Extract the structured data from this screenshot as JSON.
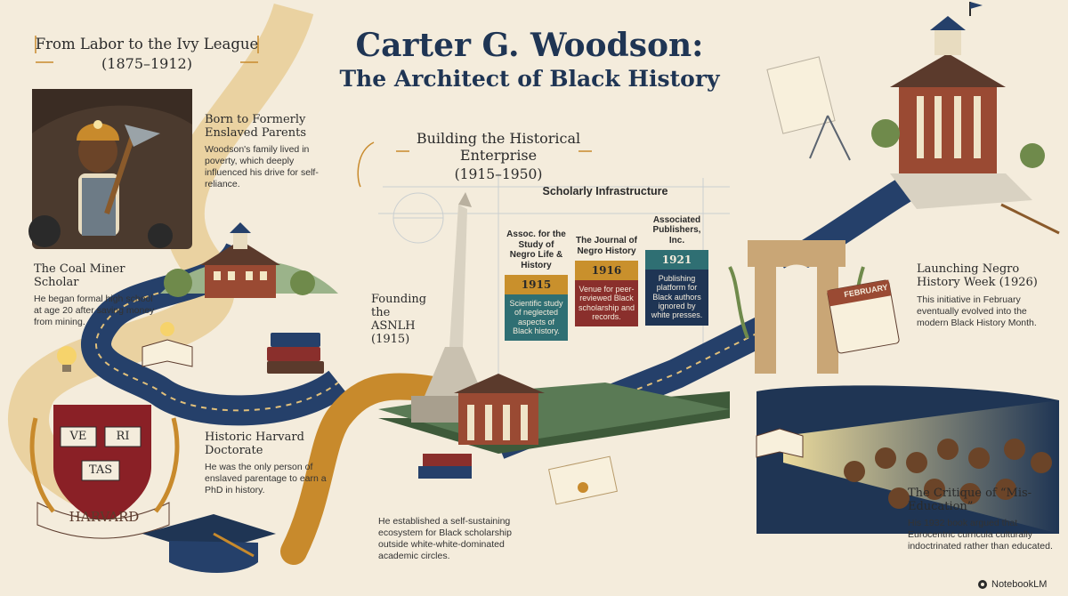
{
  "title": {
    "line1": "Carter G. Woodson:",
    "line2": "The Architect of Black History"
  },
  "section1": {
    "title": "From Labor to the Ivy League",
    "years": "(1875–1912)"
  },
  "section2": {
    "title": "Building the Historical Enterprise",
    "years": "(1915–1950)"
  },
  "born": {
    "heading": "Born to Formerly Enslaved Parents",
    "body": "Woodson's family lived in poverty, which deeply influenced his drive for self-reliance."
  },
  "coal": {
    "heading": "The Coal Miner Scholar",
    "body": "He began formal high school at age 20 after saving money from mining."
  },
  "harvard": {
    "heading": "Historic Harvard Doctorate",
    "body": "He was the only person of enslaved parentage to earn a PhD in history.",
    "shield_ve": "VE",
    "shield_ri": "RI",
    "shield_tas": "TAS",
    "banner": "HARVARD"
  },
  "asnlh": {
    "heading": "Founding the ASNLH (1915)",
    "body": "He established a self-sustaining ecosystem for Black scholarship outside white-white-dominated academic circles."
  },
  "infrastructure": {
    "title": "Scholarly Infrastructure",
    "cards": [
      {
        "title": "Assoc. for the Study of Negro Life & History",
        "year": "1915",
        "body": "Scientific study of neglected aspects of Black history.",
        "color": "#2f6f73",
        "year_color": "#c9902c"
      },
      {
        "title": "The Journal of Negro History",
        "year": "1916",
        "body": "Venue for peer-reviewed Black scholarship and records.",
        "color": "#8a2f2c",
        "year_color": "#c9902c"
      },
      {
        "title": "Associated Publishers, Inc.",
        "year": "1921",
        "body": "Publishing platform for Black authors ignored by white presses.",
        "color": "#1f3554",
        "year_color": "#2f6f73"
      }
    ]
  },
  "historyweek": {
    "heading": "Launching Negro History Week (1926)",
    "body": "This initiative in February eventually evolved into the modern Black History Month.",
    "calendar": "FEBRUARY"
  },
  "miseducation": {
    "heading": "The Critique of “Mis-Education”",
    "body": "His 1932 book argued that Eurocentric curricula culturally indoctrinated rather than educated."
  },
  "footer": {
    "brand": "NotebookLM"
  },
  "colors": {
    "road": "#25406a",
    "gold": "#c88a2c",
    "brick": "#9a4a33",
    "teal": "#2f6f73",
    "cream": "#f4ecdc"
  }
}
